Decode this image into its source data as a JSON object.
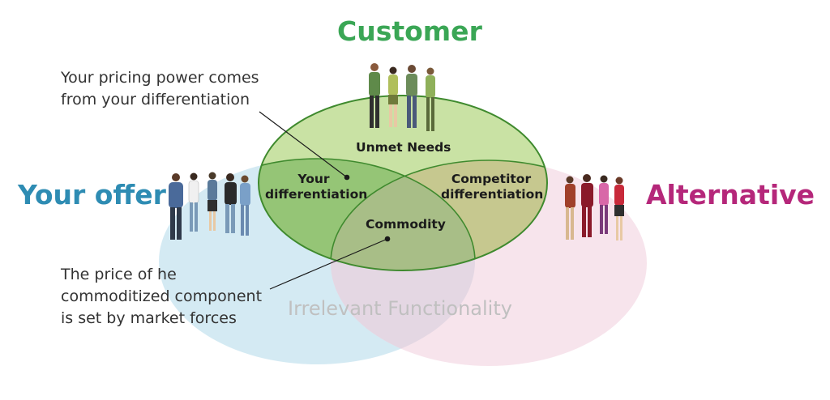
{
  "colors": {
    "customer": "#3aa655",
    "your_offer": "#2e8cb3",
    "alternative": "#b5277a",
    "customer_fill": "#c9e2a4",
    "customer_stroke": "#3f8a2e",
    "your_offer_fill": "#d4eaf3",
    "alternative_fill": "#f6dfe9"
  },
  "titles": {
    "customer": "Customer",
    "your_offer": "Your offer",
    "alternative": "Alternative"
  },
  "regions": {
    "unmet_needs": "Unmet Needs",
    "your_differentiation_line1": "Your",
    "your_differentiation_line2": "differentiation",
    "competitor_differentiation_line1": "Competitor",
    "competitor_differentiation_line2": "differentiation",
    "commodity": "Commodity",
    "irrelevant_functionality": "Irrelevant Functionality"
  },
  "callouts": {
    "pricing_power_line1": "Your pricing power comes",
    "pricing_power_line2": "from your differentiation",
    "commodity_price_line1": "The price of he",
    "commodity_price_line2": "commoditized component",
    "commodity_price_line3": "is set by market forces"
  },
  "people_groups": [
    {
      "group": "customer-people",
      "icon": "people-group-icon"
    },
    {
      "group": "your-offer-people",
      "icon": "people-group-icon"
    },
    {
      "group": "alternative-people",
      "icon": "people-group-icon"
    }
  ]
}
